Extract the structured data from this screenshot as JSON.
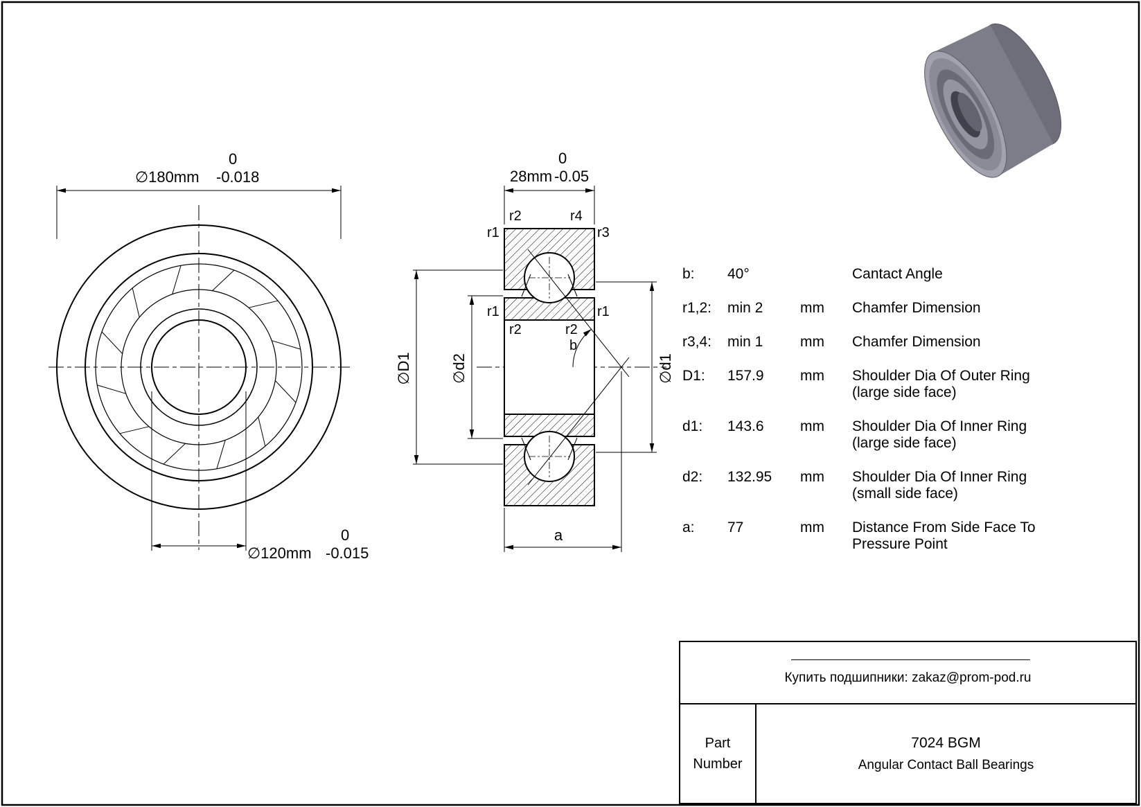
{
  "front_view": {
    "od_upper": "0",
    "od_main": "∅180mm",
    "od_lower": "-0.018",
    "bore_upper": "0",
    "bore_main": "∅120mm",
    "bore_lower": "-0.015"
  },
  "section_view": {
    "width_upper": "0",
    "width_main": "28mm",
    "width_lower": "-0.05",
    "labels": {
      "r2_top_left": "r2",
      "r4_top_right": "r4",
      "r1_left_top": "r1",
      "r3_right_top": "r3",
      "r1_left_mid": "r1",
      "r1_right_mid": "r1",
      "r2_bottom_left": "r2",
      "r2_bottom_right": "r2",
      "angle_b": "b",
      "dim_D1": "∅D1",
      "dim_d2": "∅d2",
      "dim_d1": "∅d1",
      "dim_a": "a"
    }
  },
  "spec_table": {
    "rows": [
      {
        "symbol": "b:",
        "value": "40°",
        "unit": "",
        "desc": "Cantact Angle",
        "desc2": ""
      },
      {
        "symbol": "r1,2:",
        "value": "min 2",
        "unit": "mm",
        "desc": "Chamfer Dimension",
        "desc2": ""
      },
      {
        "symbol": "r3,4:",
        "value": "min 1",
        "unit": "mm",
        "desc": "Chamfer Dimension",
        "desc2": ""
      },
      {
        "symbol": "D1:",
        "value": "157.9",
        "unit": "mm",
        "desc": "Shoulder Dia Of Outer Ring",
        "desc2": "(large side face)"
      },
      {
        "symbol": "d1:",
        "value": "143.6",
        "unit": "mm",
        "desc": "Shoulder Dia Of Inner Ring",
        "desc2": "(large side face)"
      },
      {
        "symbol": "d2:",
        "value": "132.95",
        "unit": "mm",
        "desc": "Shoulder Dia Of Inner Ring",
        "desc2": "(small side face)"
      },
      {
        "symbol": "a:",
        "value": "77",
        "unit": "mm",
        "desc": "Distance From Side Face To",
        "desc2": "Pressure Point"
      }
    ]
  },
  "title_block": {
    "contact": "Купить подшипники: zakaz@prom-pod.ru",
    "part_label": "Part Number",
    "part_number": "7024 BGM",
    "part_type": "Angular Contact Ball Bearings"
  }
}
